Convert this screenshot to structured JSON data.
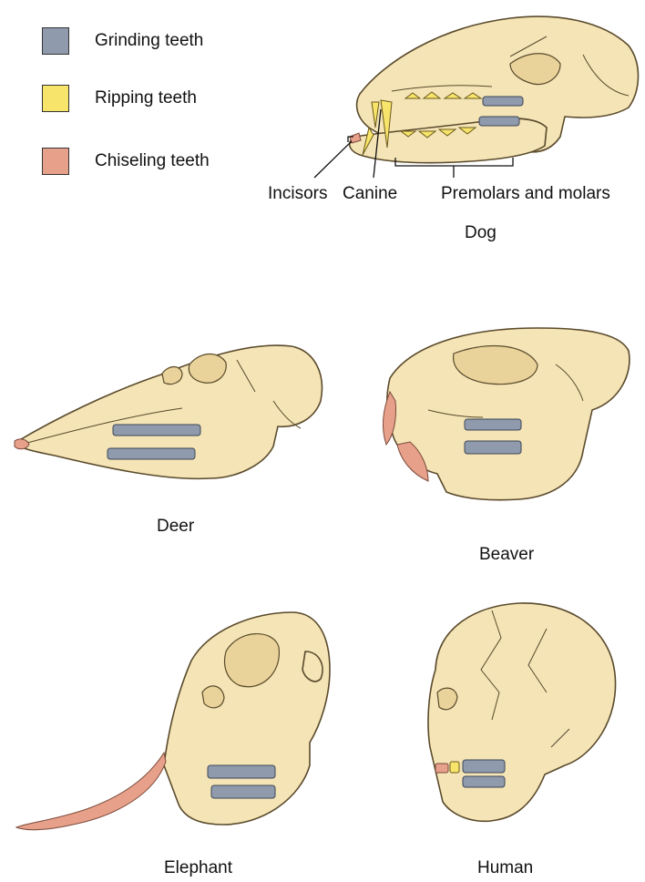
{
  "legend": {
    "items": [
      {
        "label": "Grinding teeth",
        "color": "#8f9aad"
      },
      {
        "label": "Ripping teeth",
        "color": "#f7e46a"
      },
      {
        "label": "Chiseling teeth",
        "color": "#e7a08a"
      }
    ]
  },
  "dog": {
    "name": "Dog",
    "incisors_label": "Incisors",
    "canine_label": "Canine",
    "molars_label": "Premolars and molars"
  },
  "animals": {
    "deer": "Deer",
    "beaver": "Beaver",
    "elephant": "Elephant",
    "human": "Human"
  },
  "colors": {
    "bone": "#f4e4b6",
    "bone_outline": "#5a4a2c",
    "grinding": "#8f9aad",
    "ripping": "#f7e46a",
    "chiseling": "#e7a08a"
  }
}
